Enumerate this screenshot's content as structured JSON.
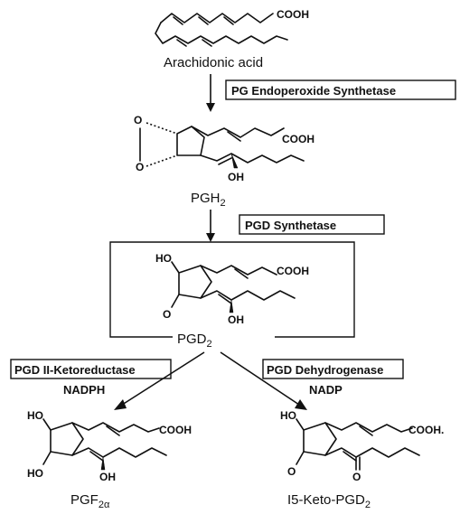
{
  "compounds": {
    "arachidonic": {
      "name": "Arachidonic acid",
      "cooh": "COOH"
    },
    "pgh2": {
      "name": "PGH",
      "sub": "2",
      "cooh": "COOH",
      "oh": "OH"
    },
    "pgd2": {
      "name": "PGD",
      "sub": "2",
      "cooh": "COOH",
      "ho": "HO",
      "o": "O",
      "oh": "OH"
    },
    "pgf2a": {
      "name": "PGF",
      "sub": "2α",
      "cooh": "COOH",
      "ho_top": "HO",
      "ho_bottom": "HO",
      "oh": "OH"
    },
    "keto": {
      "name": "I5-Keto-PGD",
      "sub": "2",
      "cooh": "COOH.",
      "ho": "HO",
      "o_ring": "O",
      "o_side": "O"
    }
  },
  "enzymes": {
    "endoperoxide": "PG Endoperoxide Synthetase",
    "pgd_synthetase": "PGD Synthetase",
    "ketoreductase": "PGD II-Ketoreductase",
    "ketoreductase_cofactor": "NADPH",
    "dehydrogenase": "PGD Dehydrogenase",
    "dehydrogenase_cofactor": "NADP"
  }
}
